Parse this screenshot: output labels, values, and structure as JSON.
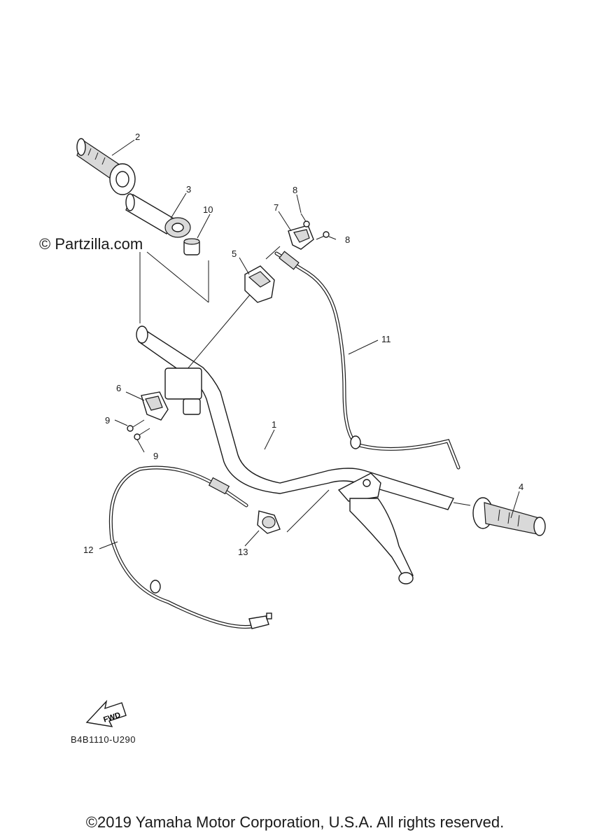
{
  "watermark": "© Partzilla.com",
  "diagram_code": "B4B1110-U290",
  "copyright": "©2019 Yamaha Motor Corporation, U.S.A. All rights reserved.",
  "fwd_label": "FWD",
  "callouts": {
    "c1": "1",
    "c2": "2",
    "c3": "3",
    "c4": "4",
    "c5": "5",
    "c6": "6",
    "c7": "7",
    "c8a": "8",
    "c8b": "8",
    "c9a": "9",
    "c9b": "9",
    "c10": "10",
    "c11": "11",
    "c12": "12",
    "c13": "13"
  },
  "colors": {
    "ink": "#1a1a1a",
    "paper": "#ffffff",
    "shade": "#d9d9d9"
  }
}
